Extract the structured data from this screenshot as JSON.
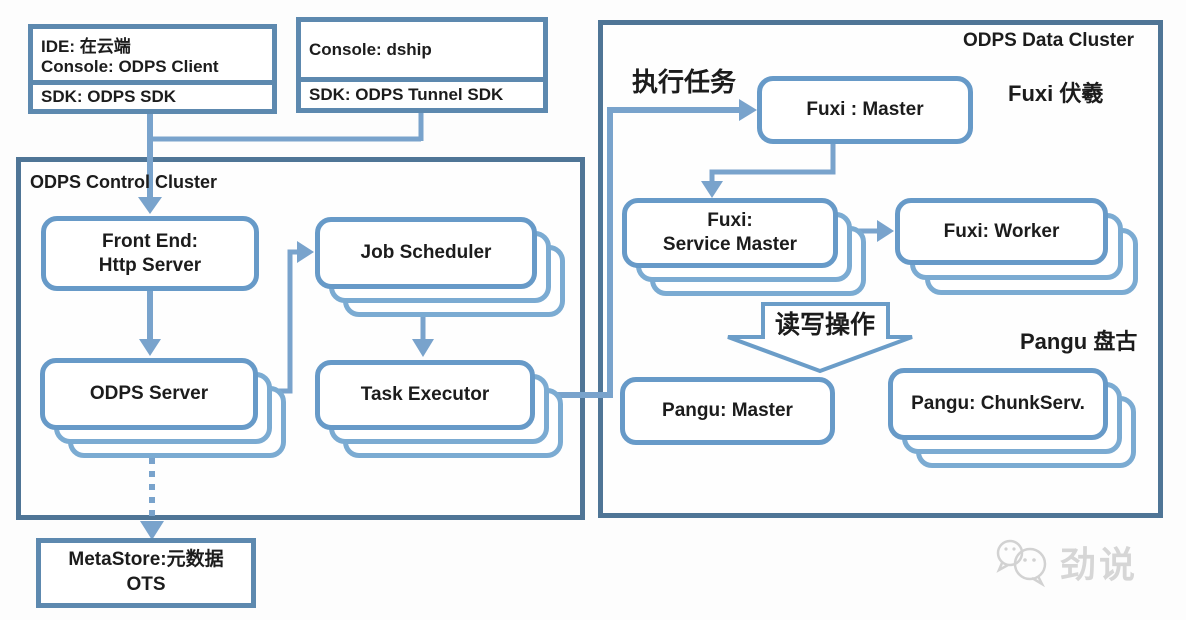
{
  "colors": {
    "cluster_border": "#4f7596",
    "node_border": "#679ac8",
    "stack_border": "#7babd2",
    "small_box_border": "#5d89af",
    "arrow": "#79a3cc",
    "block_arrow_border": "#6b9dc8",
    "text": "#1c1c1c",
    "watermark": "#d6d6d6",
    "background": "#ffffff"
  },
  "client": {
    "ide_box": {
      "line1": "IDE: 在云端",
      "line2": "Console: ODPS Client",
      "sdk": "SDK: ODPS SDK"
    },
    "dship_box": {
      "line1": "Console: dship",
      "sdk": "SDK: ODPS Tunnel SDK"
    }
  },
  "control_cluster": {
    "title": "ODPS Control Cluster",
    "front_end": {
      "line1": "Front End:",
      "line2": "Http Server"
    },
    "job_scheduler": "Job Scheduler",
    "odps_server": "ODPS Server",
    "task_executor": "Task Executor"
  },
  "metastore": {
    "line1": "MetaStore:元数据",
    "line2": "OTS"
  },
  "data_cluster": {
    "title": "ODPS Data Cluster",
    "execute_task_label": "执行任务",
    "fuxi_label": "Fuxi 伏羲",
    "pangu_label": "Pangu 盘古",
    "read_write_label": "读写操作",
    "fuxi_master": "Fuxi : Master",
    "fuxi_service_master": {
      "line1": "Fuxi:",
      "line2": "Service Master"
    },
    "fuxi_worker": "Fuxi: Worker",
    "pangu_master": "Pangu: Master",
    "pangu_chunkserv": "Pangu: ChunkServ."
  },
  "watermark": {
    "text": "劲说"
  }
}
